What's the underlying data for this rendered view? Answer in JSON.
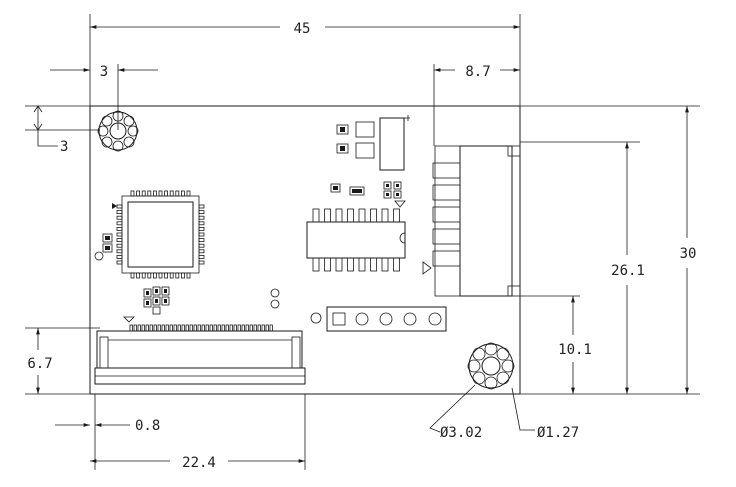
{
  "drawing": {
    "dimensions": {
      "overall_width": "45",
      "hole_offset_x": "3",
      "hole_offset_y": "3",
      "connector_depth": "8.7",
      "overall_height": "30",
      "connector_length": "26.1",
      "hole_to_connector": "10.1",
      "ribbon_height": "6.7",
      "ribbon_offset": "0.8",
      "ribbon_width": "22.4",
      "hole_diameter": "Ø3.02",
      "pad_diameter": "Ø1.27"
    }
  }
}
